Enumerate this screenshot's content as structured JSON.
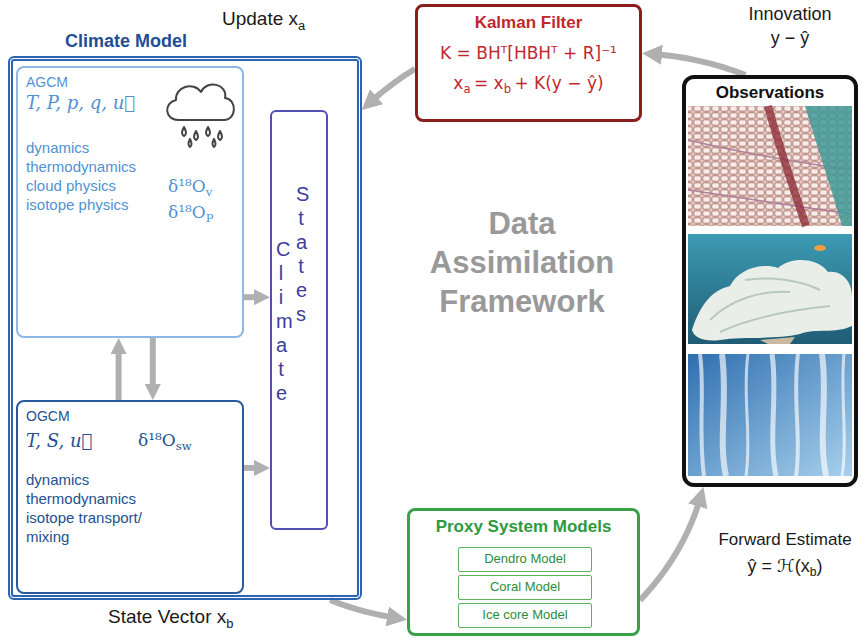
{
  "diagram": {
    "nodes": [
      {
        "text": [
          "Climate Model"
        ]
      },
      {
        "text": [
          "AGCM",
          "T, P, p, q, u⃗",
          "dynamics thermodynamics cloud physics isotope physics",
          "δ¹⁸O",
          "v",
          "δ¹⁸O",
          "P"
        ],
        "in": 0
      },
      {
        "text": [
          "OGCM",
          "T, S, u⃗",
          "δ¹⁸O",
          "sw",
          "dynamics thermodynamics isotope transport/ mixing"
        ],
        "in": 0
      },
      {
        "text": [
          "Climate",
          "States"
        ],
        "in": 0
      },
      {
        "text": [
          "Kalman Filter",
          "K = BHᵀ[HBHᵀ + R]⁻¹",
          "x",
          "a",
          "= x",
          "b",
          "+ K(y − ŷ)"
        ]
      },
      {
        "text": [
          "Observations"
        ]
      },
      {
        "text": [
          "Proxy System Models"
        ]
      },
      {
        "text": [
          "Dendro Model"
        ],
        "in": 6
      },
      {
        "text": [
          "Coral Model"
        ],
        "in": 6
      },
      {
        "text": [
          "Ice core Model"
        ],
        "in": 6
      }
    ],
    "edges": [
      {
        "from": 2,
        "to": 1,
        "arrow": "to"
      },
      {
        "from": 1,
        "to": 2,
        "arrow": "to"
      },
      {
        "from": 1,
        "to": 3,
        "arrow": "to"
      },
      {
        "from": 2,
        "to": 3,
        "arrow": "to"
      },
      {
        "from": 0,
        "to": 6,
        "arrow": "to"
      },
      {
        "from": 6,
        "to": 5,
        "arrow": "to"
      },
      {
        "from": 5,
        "to": 4,
        "arrow": "to"
      },
      {
        "from": 4,
        "to": 0,
        "arrow": "to"
      }
    ],
    "labels": [
      "Update x",
      "a",
      "Innovation",
      "y − ŷ",
      "Data Assimilation Framework",
      "State Vector x",
      "b",
      "Forward Estimate",
      "ŷ = ℋ(x",
      "b",
      ")"
    ]
  }
}
